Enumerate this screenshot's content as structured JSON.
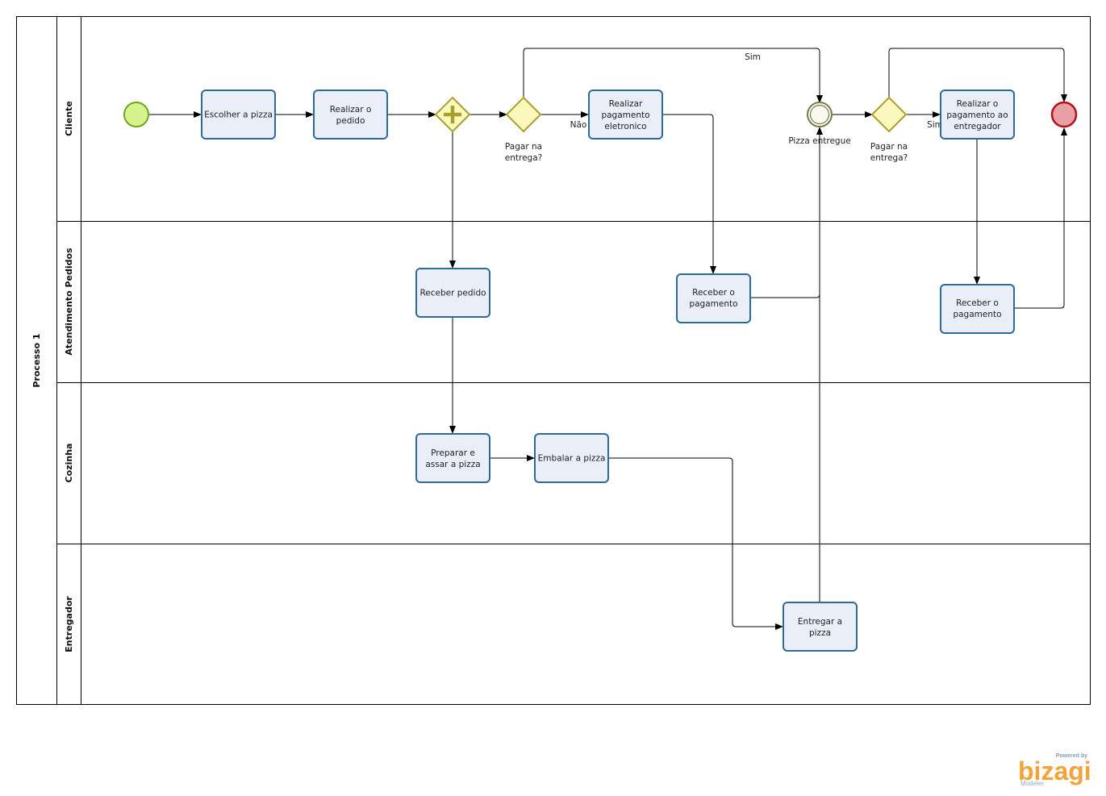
{
  "pool": {
    "title": "Processo 1"
  },
  "lanes": [
    {
      "title": "Cliente"
    },
    {
      "title": "Atendimento Pedidos"
    },
    {
      "title": "Cozinha"
    },
    {
      "title": "Entregador"
    }
  ],
  "tasks": {
    "escolher": [
      "Escolher a pizza"
    ],
    "realizar_pedido": [
      "Realizar o",
      "pedido"
    ],
    "pag_eletronico": [
      "Realizar",
      "pagamento",
      "eletronico"
    ],
    "pag_entregador": [
      "Realizar o",
      "pagamento ao",
      "entregador"
    ],
    "receber_pedido": [
      "Receber pedido"
    ],
    "receber_pag1": [
      "Receber o",
      "pagamento"
    ],
    "receber_pag2": [
      "Receber o",
      "pagamento"
    ],
    "preparar": [
      "Preparar e",
      "assar a pizza"
    ],
    "embalar": [
      "Embalar a pizza"
    ],
    "entregar": [
      "Entregar a",
      "pizza"
    ]
  },
  "gateways": {
    "g1_label": [
      "Pagar na",
      "entrega?"
    ],
    "g2_label": [
      "Pagar na",
      "entrega?"
    ]
  },
  "events": {
    "intermediate_label": "Pizza entregue"
  },
  "flow_labels": {
    "sim_top1": "Sim",
    "nao": "Não",
    "sim_2": "Sim"
  },
  "watermark": {
    "powered": "Powered by",
    "brand": "bizagi",
    "product": "Modeler"
  }
}
